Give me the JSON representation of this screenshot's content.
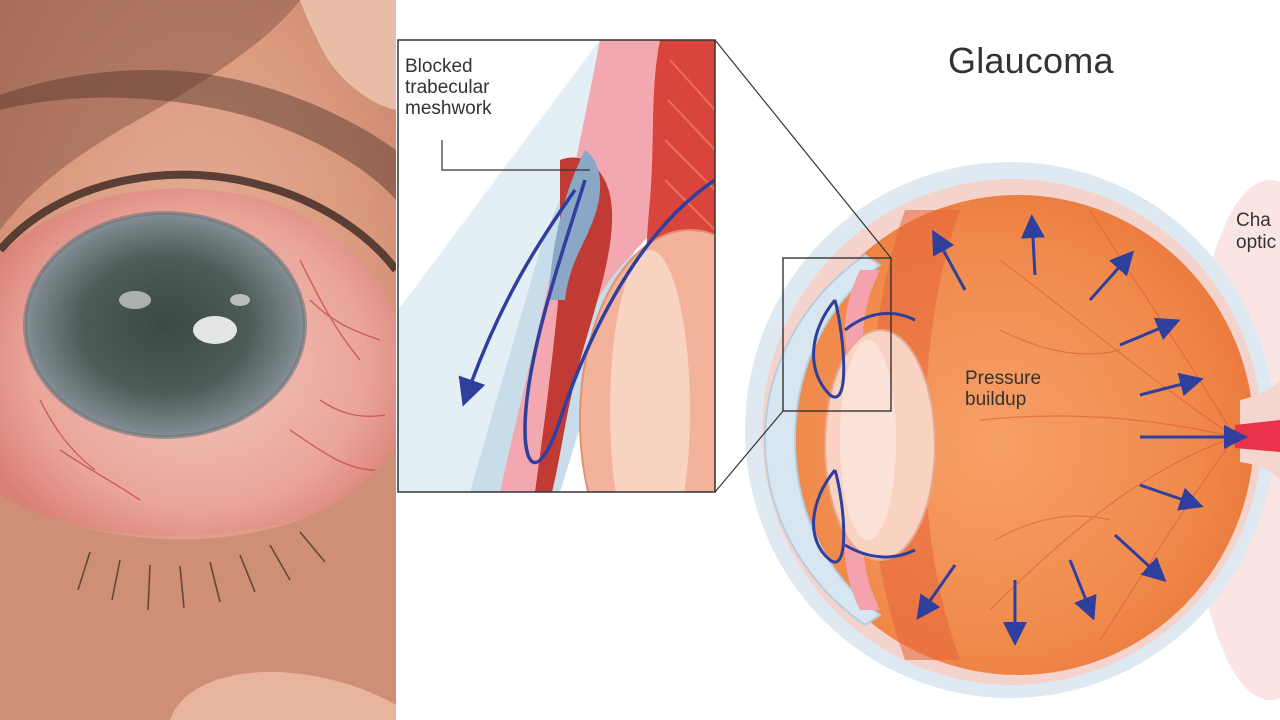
{
  "title": "Glaucoma",
  "labels": {
    "trabecular": [
      "Blocked",
      "trabecular",
      "meshwork"
    ],
    "pressure": [
      "Pressure",
      "buildup"
    ],
    "optic_cut": [
      "Cha",
      "optic"
    ]
  },
  "colors": {
    "arrow_blue": "#2e3f9e",
    "retina_orange": "#f08a4b",
    "sclera_blue": "#cfe0ec",
    "eye_red": "#d9453c"
  }
}
